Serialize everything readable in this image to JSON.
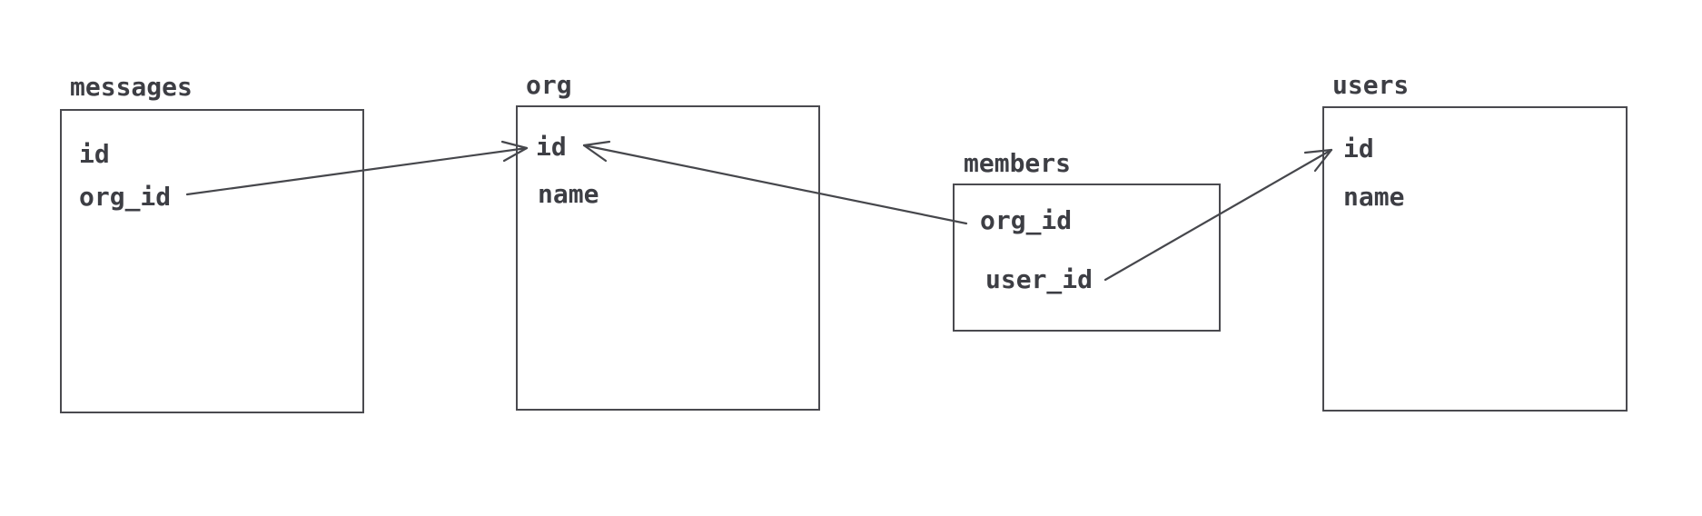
{
  "tables": [
    {
      "id": "messages",
      "title": "messages",
      "fields": [
        "id",
        "org_id"
      ]
    },
    {
      "id": "org",
      "title": "org",
      "fields": [
        "id",
        "name"
      ]
    },
    {
      "id": "members",
      "title": "members",
      "fields": [
        "org_id",
        "user_id"
      ]
    },
    {
      "id": "users",
      "title": "users",
      "fields": [
        "id",
        "name"
      ]
    }
  ],
  "relations": [
    {
      "from": "messages.org_id",
      "to": "org.id"
    },
    {
      "from": "members.org_id",
      "to": "org.id"
    },
    {
      "from": "members.user_id",
      "to": "users.id"
    }
  ],
  "colors": {
    "stroke": "#4a4a4f",
    "text": "#3d3e44",
    "background": "#ffffff"
  }
}
